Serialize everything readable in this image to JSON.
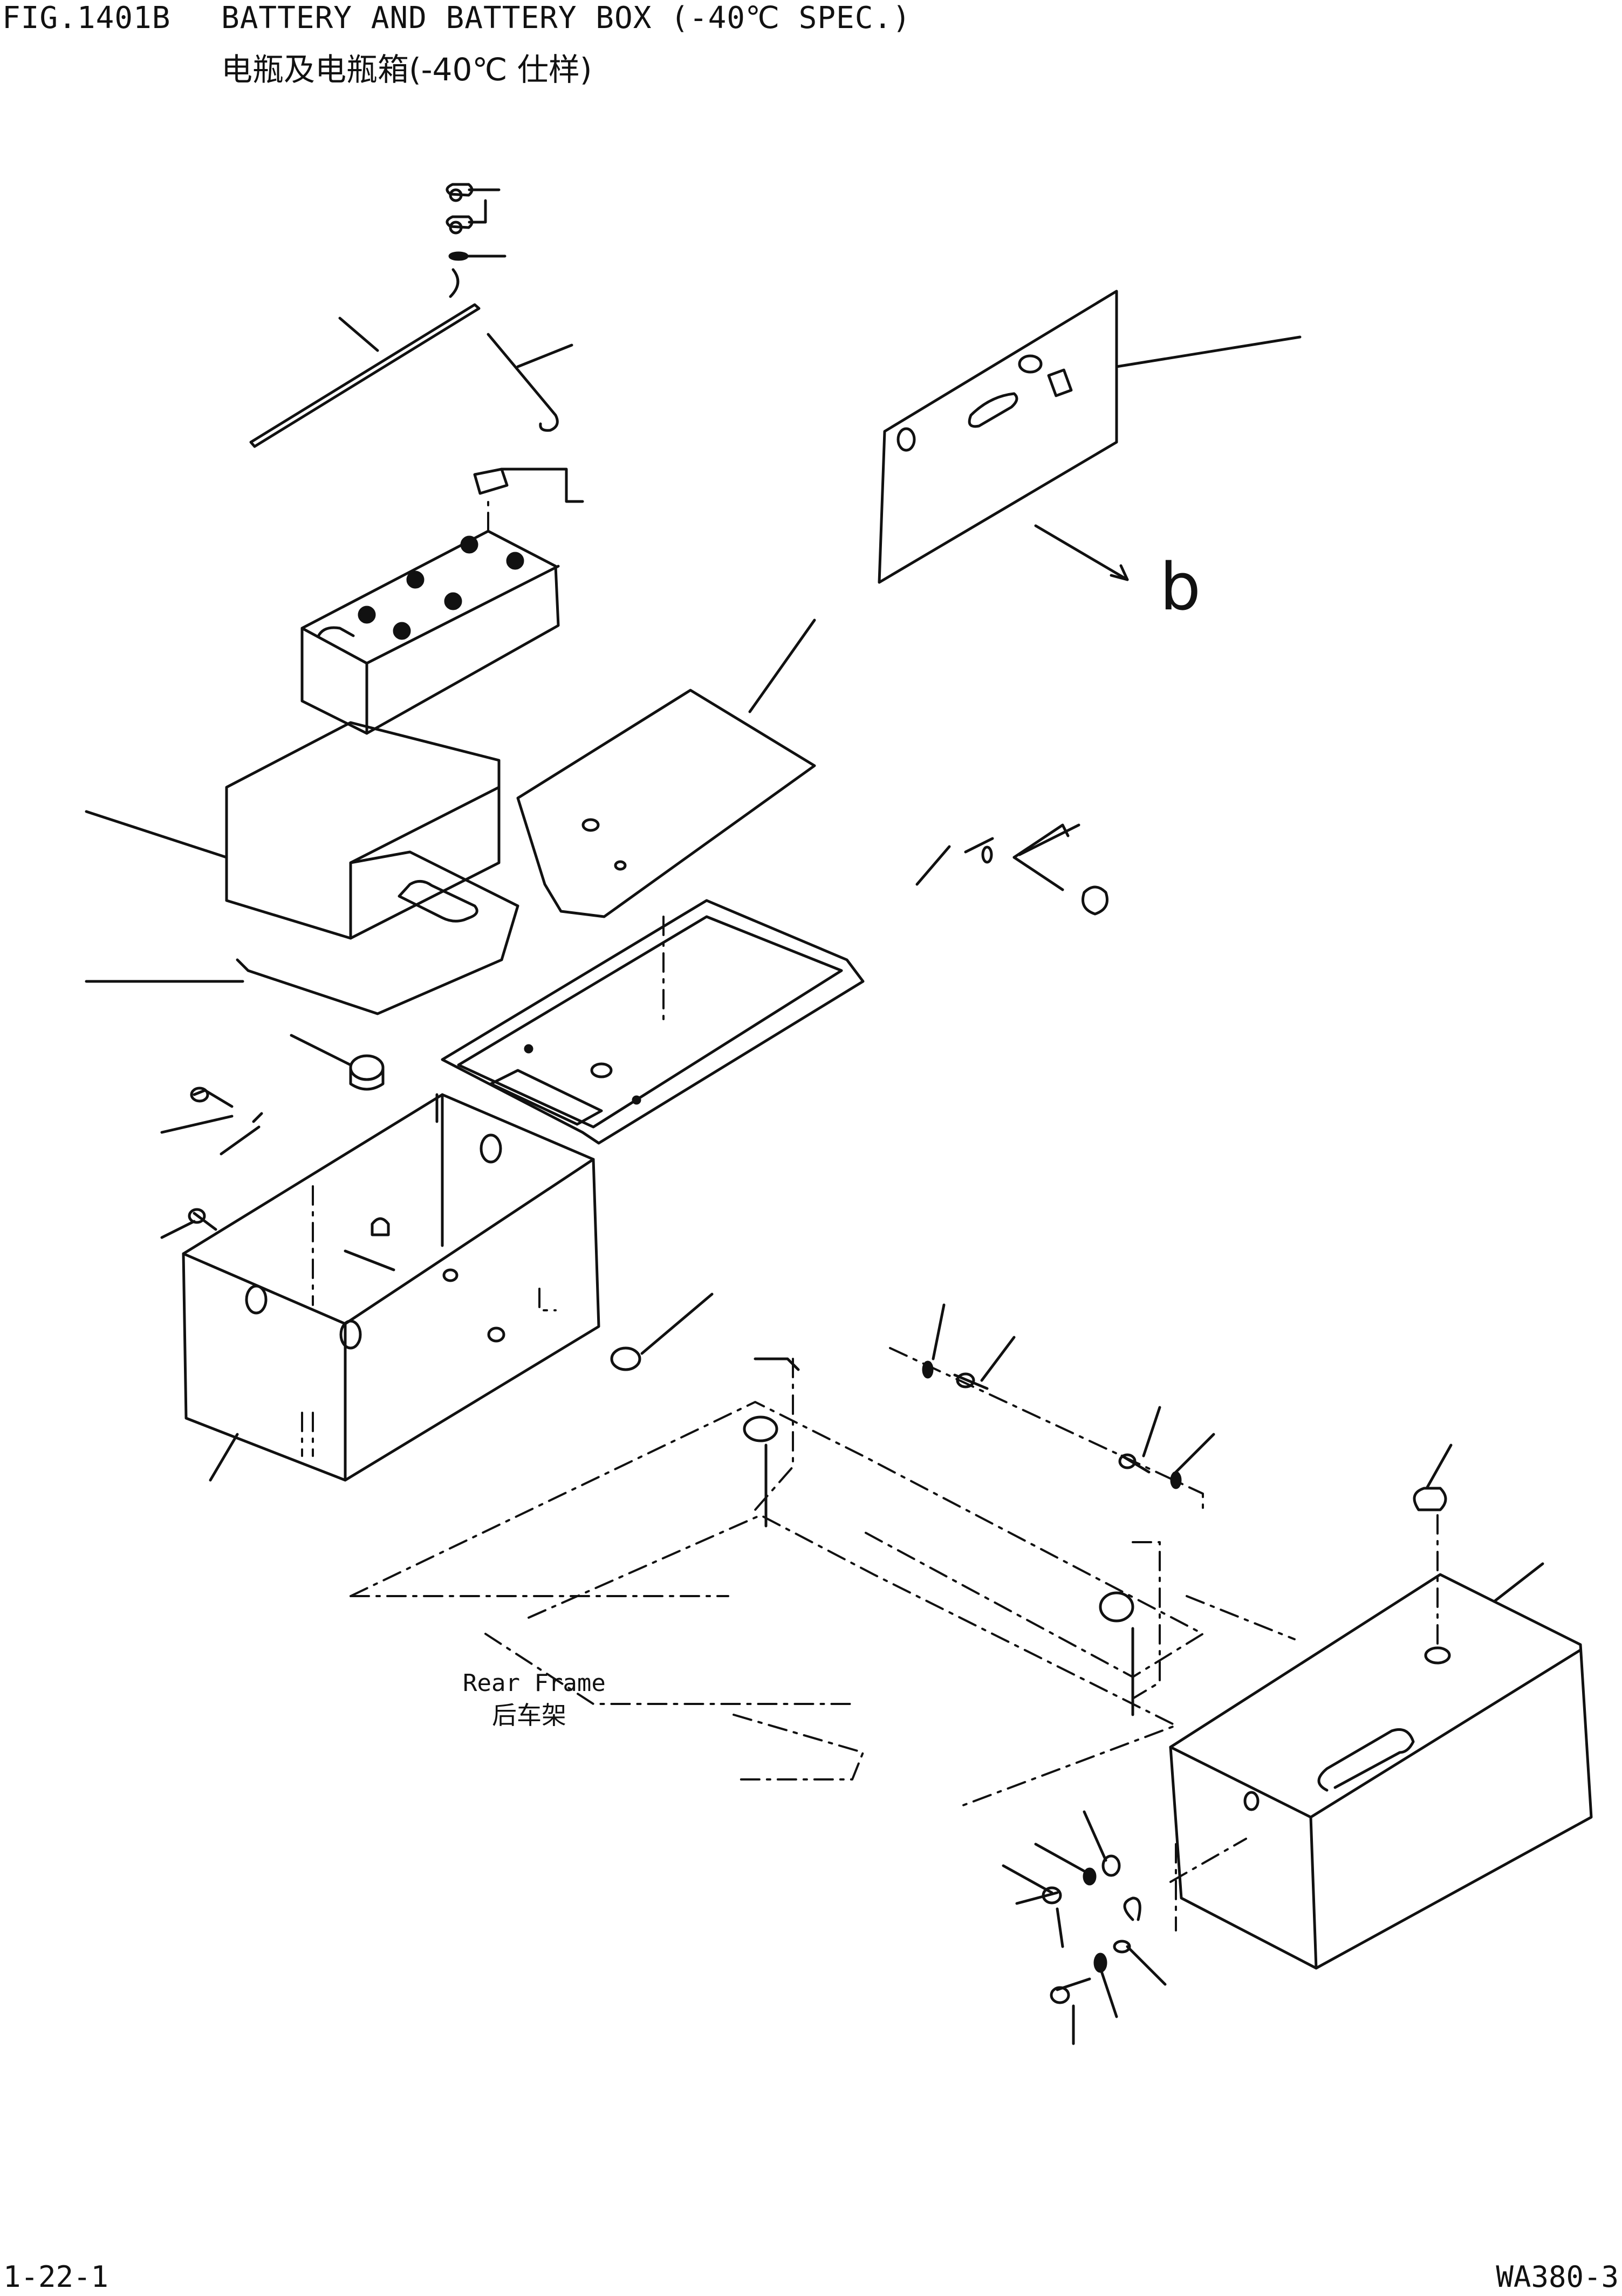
{
  "header": {
    "figure_number": "FIG.1401B",
    "title_en": "BATTERY AND BATTERY BOX (-40℃ SPEC.)",
    "title_cn": "电瓶及电瓶箱(-40℃ 仕样)"
  },
  "labels": {
    "frame_en": "Rear Frame",
    "frame_cn": "后车架",
    "callout_b": "b"
  },
  "footer": {
    "page": "1-22-1",
    "model": "WA380-3"
  }
}
